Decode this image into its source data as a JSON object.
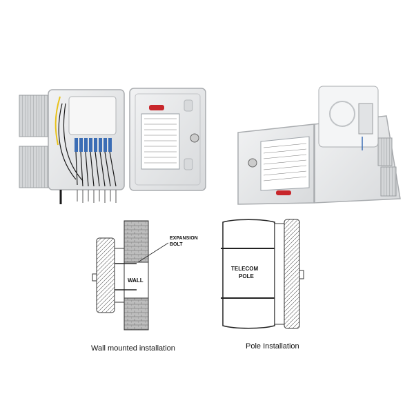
{
  "photos": {
    "open_box_front": {
      "label_badge": ""
    },
    "open_box_side": {
      "label_badge": ""
    }
  },
  "wall_diagram": {
    "expansion_label_line1": "EXPANSION",
    "expansion_label_line2": "BOLT",
    "wall_label": "WALL",
    "caption": "Wall mounted installation"
  },
  "pole_diagram": {
    "pole_label_line1": "TELECOM",
    "pole_label_line2": "POLE",
    "caption": "Pole Installation"
  },
  "colors": {
    "enclosure_body": "#e6e7e8",
    "enclosure_edge": "#a9acaf",
    "adapter_blue": "#3b6db5",
    "cable_black": "#1a1a1a",
    "badge_red": "#c8262b",
    "fiber_yellow": "#e8c21a"
  }
}
